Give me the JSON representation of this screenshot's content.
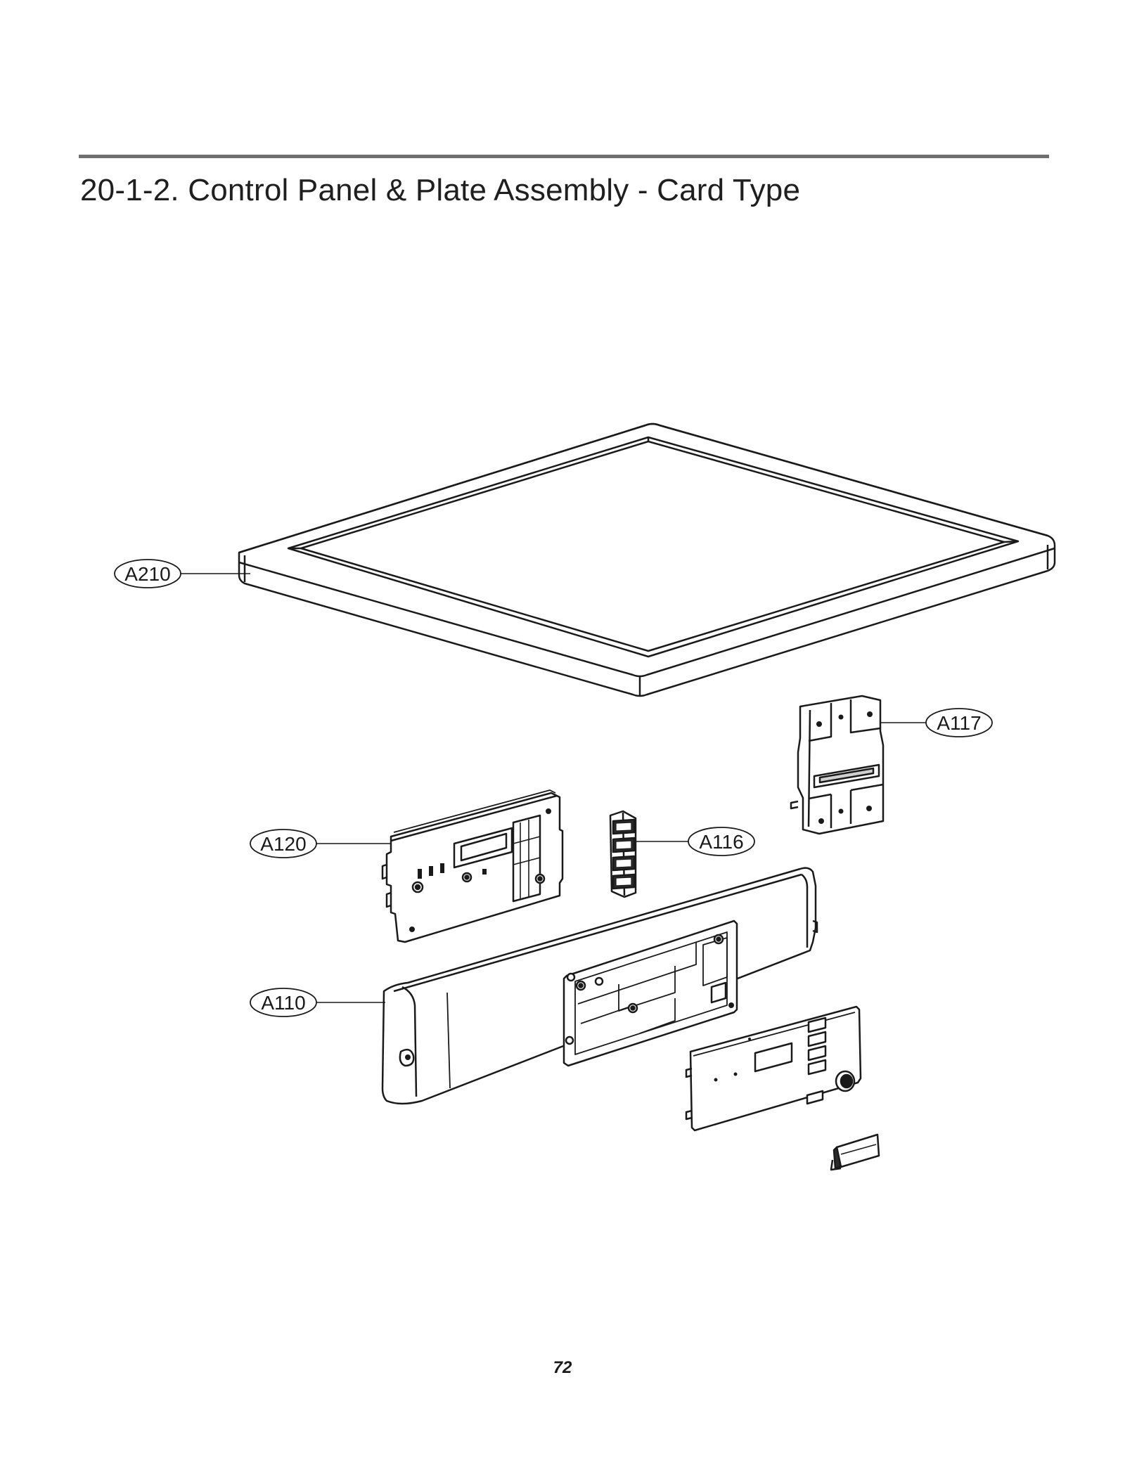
{
  "header": {
    "title": "20-1-2. Control Panel & Plate Assembly - Card Type"
  },
  "parts": {
    "a210": "A210",
    "a117": "A117",
    "a120": "A120",
    "a116": "A116",
    "a110": "A110"
  },
  "footer": {
    "page_number": "72"
  }
}
